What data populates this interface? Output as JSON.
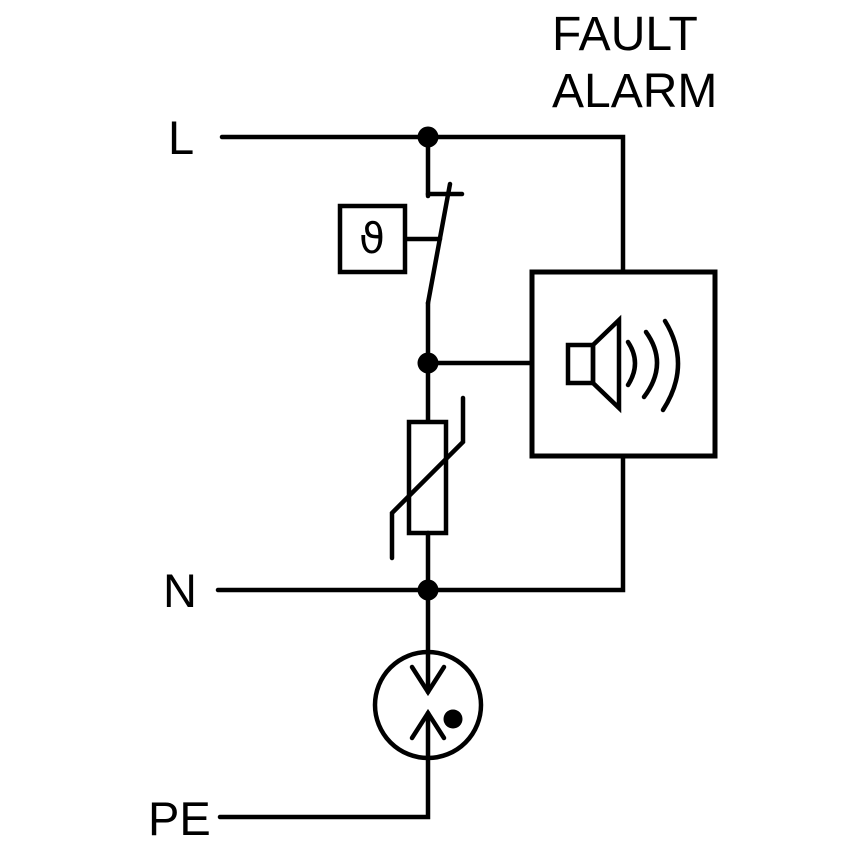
{
  "diagram": {
    "background_color": "#ffffff",
    "stroke_color": "#000000",
    "title": {
      "line1": "FAULT",
      "line2": "ALARM"
    },
    "terminals": {
      "line": "L",
      "neutral": "N",
      "protective_earth": "PE"
    },
    "thermal_disconnector": {
      "symbol": "ϑ"
    },
    "icons": {
      "thermal_switch": "thermal-disconnect-switch-icon",
      "varistor": "varistor-icon",
      "alarm_speaker": "speaker-icon",
      "spark_gap": "isolating-spark-gap-icon",
      "junction": "junction-dot"
    },
    "junction_dot_count": 3
  }
}
